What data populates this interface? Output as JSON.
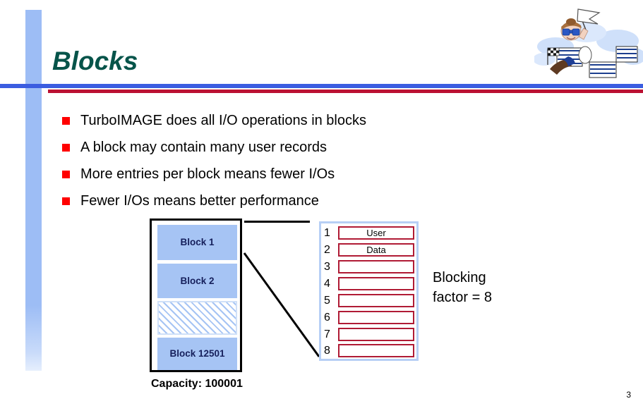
{
  "slide": {
    "title": "Blocks",
    "page_number": "3",
    "accent_blue": "#3b5de0",
    "accent_red": "#bb1133",
    "title_color": "#06544a",
    "bullet_color": "#ff0000",
    "block_fill": "#a6c4f4",
    "record_border": "#b01b35"
  },
  "bullets": [
    {
      "text": "TurboIMAGE does all I/O operations in blocks"
    },
    {
      "text": "A block may contain many user records"
    },
    {
      "text": "More entries per block means fewer I/Os"
    },
    {
      "text": "Fewer I/Os means better performance"
    }
  ],
  "block_stack": {
    "cells": [
      {
        "label": "Block 1"
      },
      {
        "label": "Block 2"
      },
      {
        "label": ""
      },
      {
        "label": "Block 12501"
      }
    ],
    "capacity_label": "Capacity: 100001"
  },
  "record_panel": {
    "rows": [
      {
        "num": "1",
        "text": "User"
      },
      {
        "num": "2",
        "text": "Data"
      },
      {
        "num": "3",
        "text": ""
      },
      {
        "num": "4",
        "text": ""
      },
      {
        "num": "5",
        "text": ""
      },
      {
        "num": "6",
        "text": ""
      },
      {
        "num": "7",
        "text": ""
      },
      {
        "num": "8",
        "text": ""
      }
    ]
  },
  "annotation": {
    "blocking_line1": "Blocking",
    "blocking_line2": "factor = 8"
  }
}
